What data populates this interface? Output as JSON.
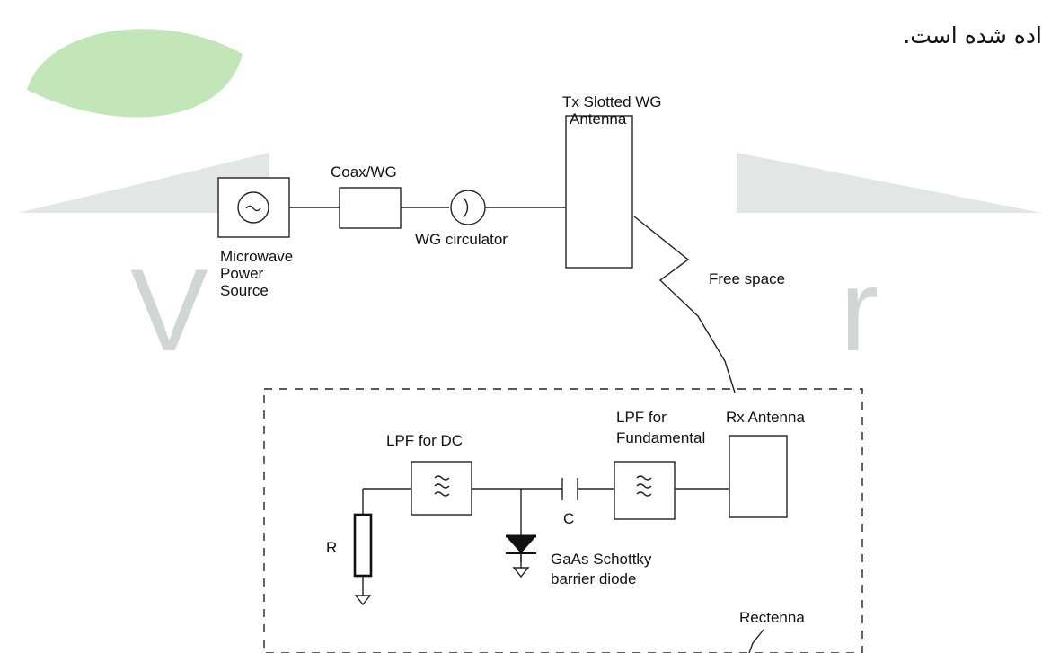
{
  "header": {
    "persian_text": "اده شده است."
  },
  "icons": {
    "leaf": "leaf-icon",
    "source": "sine-source-icon",
    "filter": "wavy-filter-icon",
    "ground": "ground-icon",
    "diode": "diode-icon",
    "capacitor": "capacitor-icon"
  },
  "colors": {
    "leaf": "#8fd17b",
    "watermark": "#cfd6d3",
    "ink": "#222222"
  },
  "diagram": {
    "tx": {
      "source_label": [
        "Microwave",
        "Power",
        "Source"
      ],
      "coax_label": "Coax/WG",
      "circulator_label": "WG circulator",
      "antenna_label": [
        "Tx Slotted WG",
        "Antenna"
      ],
      "free_space_label": "Free space"
    },
    "rectenna": {
      "rx_antenna_label": "Rx Antenna",
      "lpf_fund_label": [
        "LPF for",
        "Fundamental"
      ],
      "lpf_dc_label": "LPF for DC",
      "capacitor_label": "C",
      "resistor_label": "R",
      "diode_label": [
        "GaAs Schottky",
        "barrier diode"
      ],
      "rectenna_label": "Rectenna"
    }
  }
}
